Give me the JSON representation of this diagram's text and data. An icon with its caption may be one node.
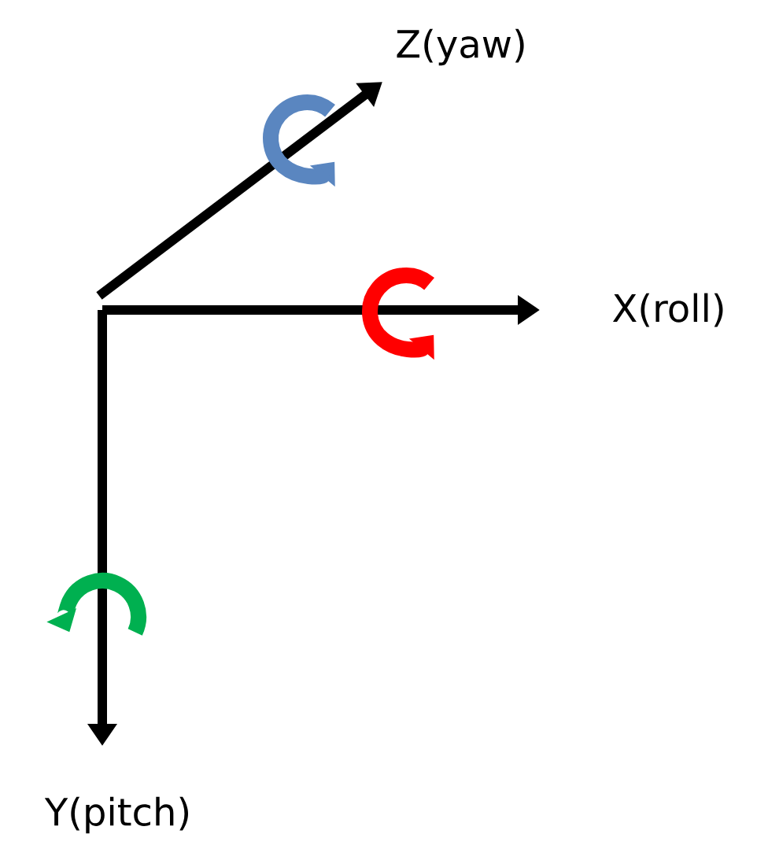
{
  "diagram": {
    "labels": [
      "Z(yaw)",
      "X(roll)",
      "Y(pitch)"
    ]
  }
}
